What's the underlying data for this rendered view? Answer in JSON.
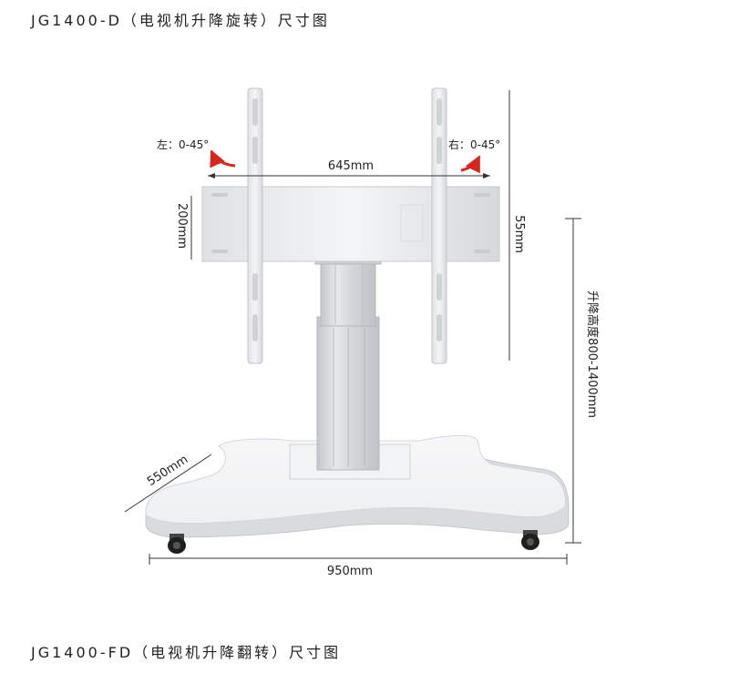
{
  "headings": {
    "top": "JG1400-D（电视机升降旋转）尺寸图",
    "bottom": "JG1400-FD（电视机升降翻转）尺寸图"
  },
  "dimensions": {
    "left_rotation": "左：0-45°",
    "right_rotation": "右：0-45°",
    "bracket_width": "645mm",
    "bracket_height": "200mm",
    "top_clearance": "55mm",
    "lift_height": "升降高度800-1400mm",
    "base_depth": "550mm",
    "base_width": "950mm"
  },
  "colors": {
    "arrow": "#d9261c",
    "dimension_line": "#333333",
    "metal": "#eceef0",
    "metal_edge": "#c9cdd1"
  }
}
